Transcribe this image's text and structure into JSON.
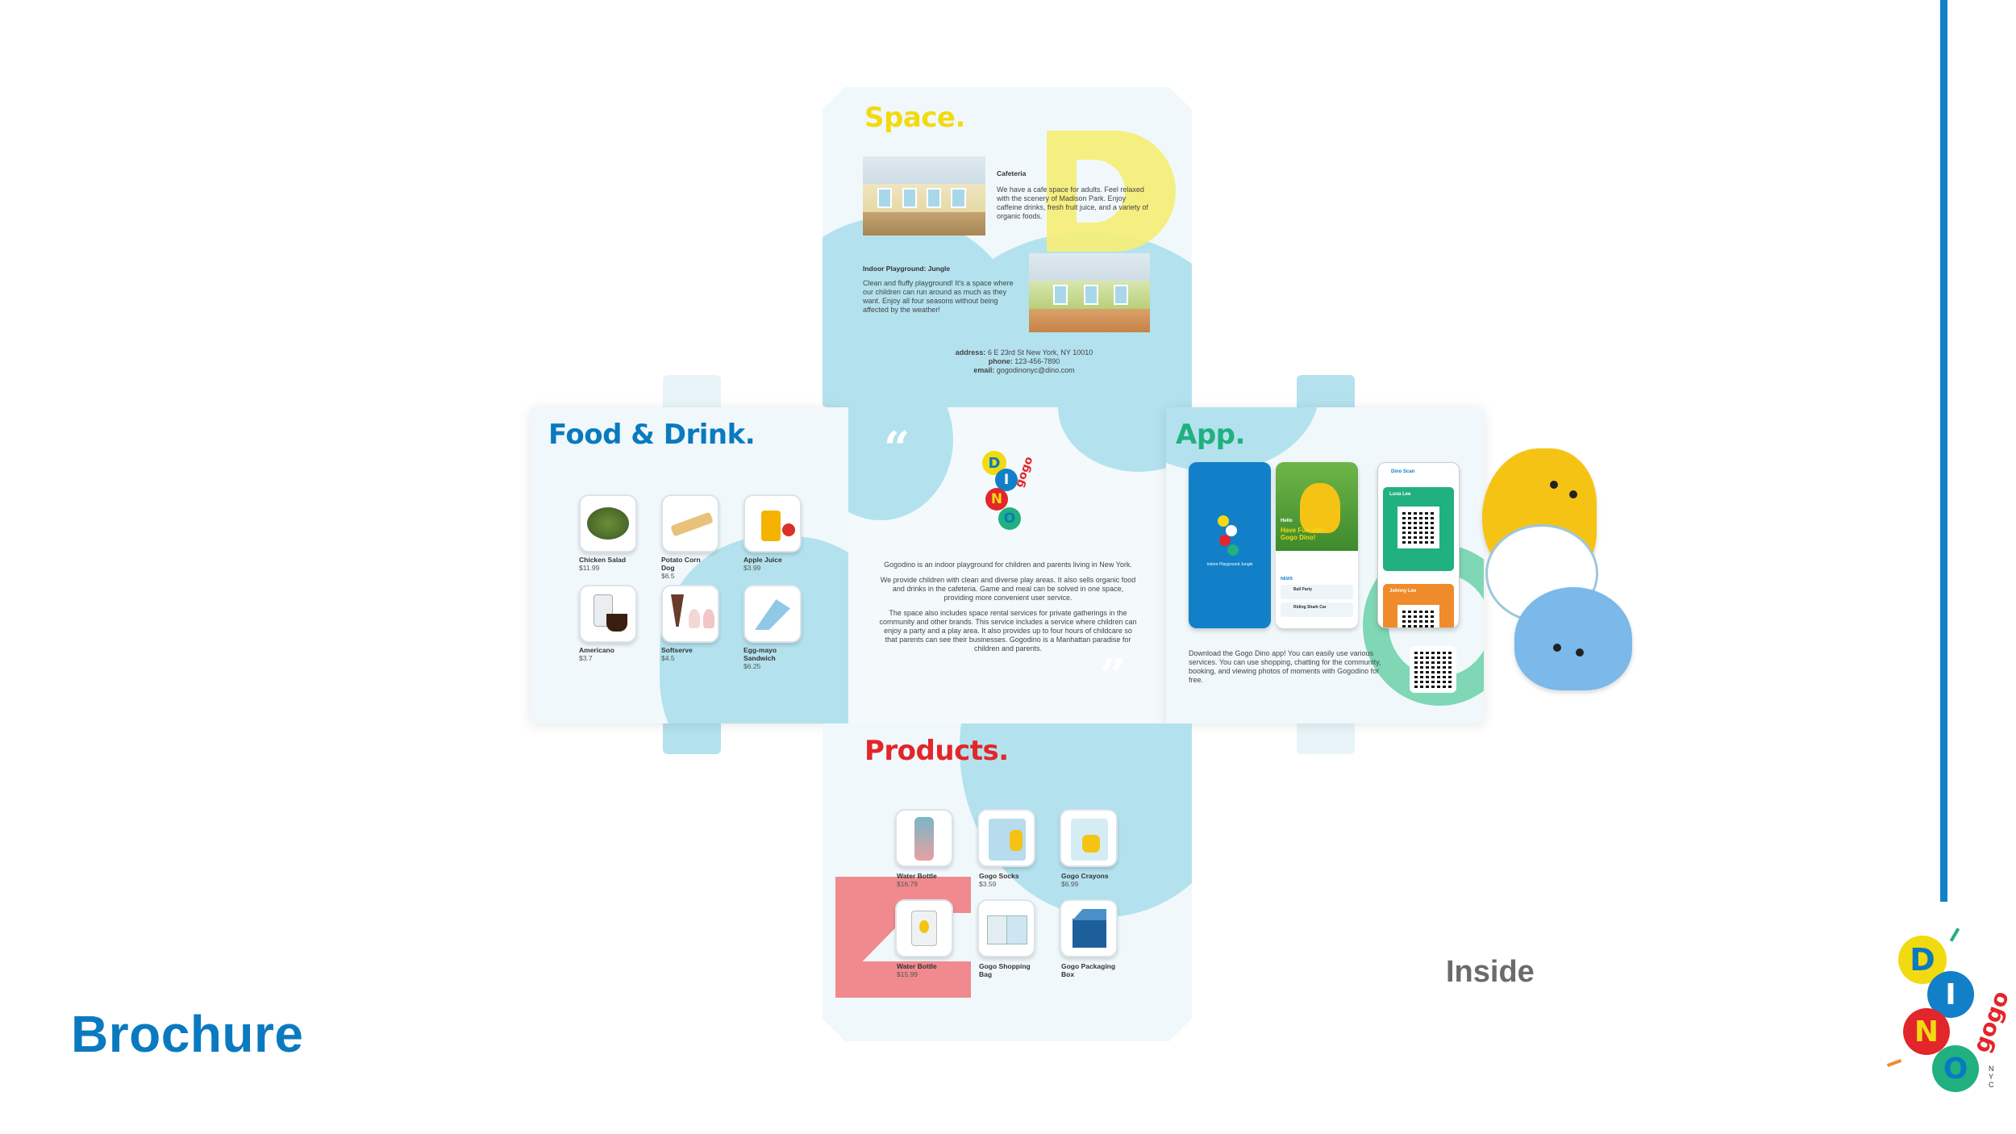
{
  "page": {
    "title": "Brochure",
    "section_label": "Inside"
  },
  "colors": {
    "brand_blue": "#0a7ac0",
    "space_yellow": "#f2da10",
    "products_red": "#e2262b",
    "app_teal": "#21b07f",
    "light_panel": "#f1f8fb",
    "blob_blue": "#b3e2ee"
  },
  "space": {
    "heading": "Space.",
    "cafeteria_title": "Cafeteria",
    "cafeteria_text": "We have a cafe space for adults. Feel relaxed with the scenery of Madison Park. Enjoy caffeine drinks, fresh fruit juice, and a variety of organic foods.",
    "playground_title": "Indoor Playground: Jungle",
    "playground_text": "Clean and fluffy playground! It's a space where our children can run around as much as they want. Enjoy all four seasons without being affected by the weather!",
    "address_label": "address:",
    "address": "6 E 23rd St New York, NY 10010",
    "phone_label": "phone:",
    "phone": "123-456-7890",
    "email_label": "email:",
    "email": "gogodinonyc@dino.com"
  },
  "center": {
    "open_quote": "“",
    "close_quote": "”",
    "logo_letters": [
      "D",
      "I",
      "N",
      "O"
    ],
    "logo_word": "gogo",
    "para1": "Gogodino is an indoor playground for children and parents living in New York.",
    "para2": "We provide children with clean and diverse play areas. It also sells organic food and drinks in the cafeteria. Game and meal can be solved in one space, providing more convenient user service.",
    "para3": "The space also includes space rental services for private gatherings in the community and other brands. This service includes a service where children can enjoy a party and a play area. It also provides up to four hours of childcare so that parents can see their businesses. Gogodino is a Manhattan paradise for children and parents."
  },
  "food": {
    "heading": "Food & Drink.",
    "items": [
      {
        "name": "Chicken Salad",
        "price": "$11.99",
        "icon": "salad-bowl-icon"
      },
      {
        "name": "Potato Corn Dog",
        "price": "$6.5",
        "icon": "corn-dog-icon"
      },
      {
        "name": "Apple Juice",
        "price": "$3.99",
        "icon": "juice-icon"
      },
      {
        "name": "Americano",
        "price": "$3.7",
        "icon": "coffee-cup-icon"
      },
      {
        "name": "Softserve",
        "price": "$4.5",
        "icon": "softserve-icon"
      },
      {
        "name": "Egg-mayo Sandwich",
        "price": "$6.25",
        "icon": "sandwich-icon"
      }
    ]
  },
  "app": {
    "heading": "App.",
    "description": "Download the Gogo Dino app! You can easily use various services. You can use shopping, chatting for the community, booking, and viewing photos of moments with Gogodino for free.",
    "splash_caption": "Indoor Playground Jungle",
    "home_greeting": "Hello",
    "home_headline": "Have Fun with Gogo Dino!",
    "home_news_label": "NEWS",
    "home_news": [
      "Ball Party",
      "Riding Shark Car"
    ],
    "scan_title": "Dino Scan",
    "scan_user1": "Luna Lee",
    "scan_user2": "Johnny Lee"
  },
  "products": {
    "heading": "Products.",
    "items": [
      {
        "name": "Water Bottle",
        "price": "$16.79",
        "icon": "water-bottle-icon"
      },
      {
        "name": "Gogo Socks",
        "price": "$3.59",
        "icon": "socks-icon"
      },
      {
        "name": "Gogo Crayons",
        "price": "$6.99",
        "icon": "crayons-icon"
      },
      {
        "name": "Water Bottle",
        "price": "$15.99",
        "icon": "mug-bottle-icon"
      },
      {
        "name": "Gogo Shopping Bag",
        "price": "",
        "icon": "shopping-bag-icon"
      },
      {
        "name": "Gogo Packaging Box",
        "price": "",
        "icon": "packaging-box-icon"
      }
    ]
  },
  "logo": {
    "letters": [
      "D",
      "I",
      "N",
      "O"
    ],
    "word": "gogo",
    "city": "NYC"
  }
}
